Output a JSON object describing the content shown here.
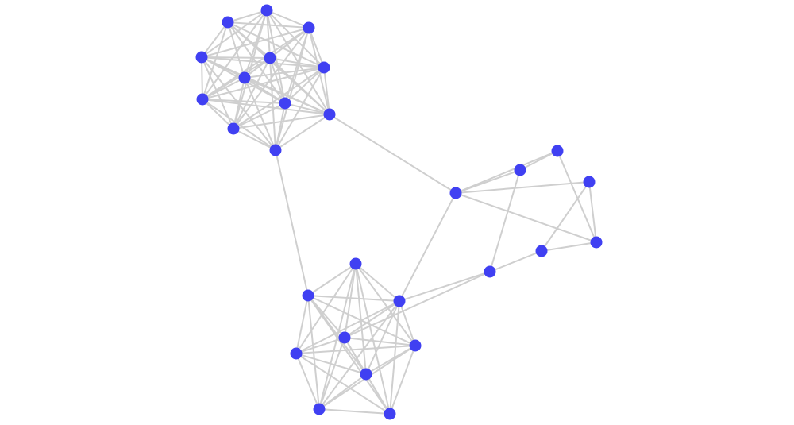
{
  "graph": {
    "colors": {
      "node": "#4040f2",
      "edge": "#cfcfcf",
      "background": "#ffffff"
    },
    "nodes": [
      {
        "id": "a1"
      },
      {
        "id": "a2"
      },
      {
        "id": "a3"
      },
      {
        "id": "a4"
      },
      {
        "id": "a5"
      },
      {
        "id": "a6"
      },
      {
        "id": "a7"
      },
      {
        "id": "a8"
      },
      {
        "id": "a9"
      },
      {
        "id": "a10"
      },
      {
        "id": "a11"
      },
      {
        "id": "a12"
      },
      {
        "id": "b1"
      },
      {
        "id": "b2"
      },
      {
        "id": "b3"
      },
      {
        "id": "b4"
      },
      {
        "id": "b5"
      },
      {
        "id": "b6"
      },
      {
        "id": "b7"
      },
      {
        "id": "c1"
      },
      {
        "id": "c2"
      },
      {
        "id": "c3"
      },
      {
        "id": "c4"
      },
      {
        "id": "c5"
      },
      {
        "id": "c6"
      },
      {
        "id": "c7"
      },
      {
        "id": "c8"
      },
      {
        "id": "c9"
      }
    ],
    "edges": [
      [
        "a1",
        "a2"
      ],
      [
        "a1",
        "a3"
      ],
      [
        "a1",
        "a4"
      ],
      [
        "a1",
        "a5"
      ],
      [
        "a1",
        "a6"
      ],
      [
        "a1",
        "a7"
      ],
      [
        "a1",
        "a8"
      ],
      [
        "a1",
        "a9"
      ],
      [
        "a1",
        "a10"
      ],
      [
        "a1",
        "a11"
      ],
      [
        "a2",
        "a3"
      ],
      [
        "a2",
        "a4"
      ],
      [
        "a2",
        "a5"
      ],
      [
        "a2",
        "a6"
      ],
      [
        "a2",
        "a7"
      ],
      [
        "a2",
        "a8"
      ],
      [
        "a2",
        "a9"
      ],
      [
        "a2",
        "a11"
      ],
      [
        "a3",
        "a4"
      ],
      [
        "a3",
        "a5"
      ],
      [
        "a3",
        "a6"
      ],
      [
        "a3",
        "a7"
      ],
      [
        "a3",
        "a8"
      ],
      [
        "a3",
        "a9"
      ],
      [
        "a3",
        "a10"
      ],
      [
        "a3",
        "a11"
      ],
      [
        "a3",
        "a12"
      ],
      [
        "a4",
        "a5"
      ],
      [
        "a4",
        "a6"
      ],
      [
        "a4",
        "a7"
      ],
      [
        "a4",
        "a8"
      ],
      [
        "a4",
        "a9"
      ],
      [
        "a4",
        "a10"
      ],
      [
        "a4",
        "a11"
      ],
      [
        "a4",
        "a12"
      ],
      [
        "a5",
        "a6"
      ],
      [
        "a5",
        "a7"
      ],
      [
        "a5",
        "a8"
      ],
      [
        "a5",
        "a9"
      ],
      [
        "a5",
        "a10"
      ],
      [
        "a5",
        "a11"
      ],
      [
        "a5",
        "a12"
      ],
      [
        "a6",
        "a7"
      ],
      [
        "a6",
        "a8"
      ],
      [
        "a6",
        "a9"
      ],
      [
        "a6",
        "a10"
      ],
      [
        "a6",
        "a11"
      ],
      [
        "a6",
        "a12"
      ],
      [
        "a7",
        "a8"
      ],
      [
        "a7",
        "a9"
      ],
      [
        "a7",
        "a10"
      ],
      [
        "a7",
        "a11"
      ],
      [
        "a7",
        "a12"
      ],
      [
        "a8",
        "a9"
      ],
      [
        "a8",
        "a10"
      ],
      [
        "a8",
        "a11"
      ],
      [
        "a8",
        "a12"
      ],
      [
        "a9",
        "a10"
      ],
      [
        "a9",
        "a11"
      ],
      [
        "a9",
        "a12"
      ],
      [
        "a10",
        "a11"
      ],
      [
        "a10",
        "a12"
      ],
      [
        "a11",
        "a12"
      ],
      [
        "a12",
        "b1"
      ],
      [
        "a11",
        "c1"
      ],
      [
        "b1",
        "b2"
      ],
      [
        "b1",
        "b3"
      ],
      [
        "b1",
        "b4"
      ],
      [
        "b1",
        "b5"
      ],
      [
        "b1",
        "b6"
      ],
      [
        "b1",
        "b7"
      ],
      [
        "b2",
        "b3"
      ],
      [
        "b2",
        "b4"
      ],
      [
        "b2",
        "b5"
      ],
      [
        "b2",
        "b6"
      ],
      [
        "b2",
        "b7"
      ],
      [
        "b3",
        "b4"
      ],
      [
        "b3",
        "b5"
      ],
      [
        "b3",
        "b6"
      ],
      [
        "b3",
        "b7"
      ],
      [
        "b4",
        "b5"
      ],
      [
        "b4",
        "b6"
      ],
      [
        "b4",
        "b7"
      ],
      [
        "b5",
        "b6"
      ],
      [
        "b5",
        "b7"
      ],
      [
        "b6",
        "b7"
      ],
      [
        "b1",
        "b8"
      ],
      [
        "b2",
        "b8"
      ],
      [
        "b3",
        "b8"
      ],
      [
        "b4",
        "b8"
      ],
      [
        "b5",
        "b8"
      ],
      [
        "b6",
        "b8"
      ],
      [
        "b7",
        "b8"
      ],
      [
        "b1",
        "b9"
      ],
      [
        "b2",
        "b9"
      ],
      [
        "b3",
        "b9"
      ],
      [
        "b4",
        "b9"
      ],
      [
        "b5",
        "b9"
      ],
      [
        "b6",
        "b9"
      ],
      [
        "b7",
        "b9"
      ],
      [
        "b8",
        "b9"
      ],
      [
        "c1",
        "c2"
      ],
      [
        "c1",
        "c3"
      ],
      [
        "c1",
        "c4"
      ],
      [
        "c1",
        "c6"
      ],
      [
        "c1",
        "b2"
      ],
      [
        "c2",
        "c3"
      ],
      [
        "c2",
        "c7"
      ],
      [
        "c3",
        "c6"
      ],
      [
        "c4",
        "c6"
      ],
      [
        "c4",
        "c5"
      ],
      [
        "c5",
        "c6"
      ],
      [
        "c7",
        "b2"
      ],
      [
        "c7",
        "b4"
      ],
      [
        "c7",
        "c5"
      ]
    ]
  }
}
